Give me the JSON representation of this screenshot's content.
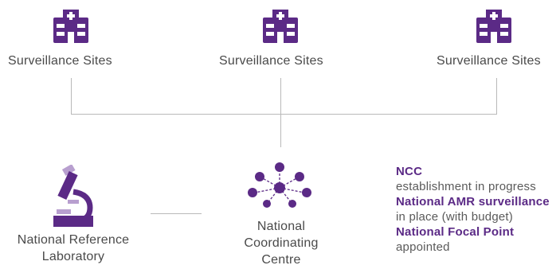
{
  "surveillance_sites": [
    {
      "label": "Surveillance Sites",
      "icon": "hospital-icon"
    },
    {
      "label": "Surveillance Sites",
      "icon": "hospital-icon"
    },
    {
      "label": "Surveillance Sites",
      "icon": "hospital-icon"
    }
  ],
  "lab": {
    "label_line1": "National Reference",
    "label_line2": "Laboratory",
    "icon": "microscope-icon"
  },
  "ncc": {
    "label_line1": "National",
    "label_line2": "Coordinating",
    "label_line3": "Centre",
    "icon": "network-icon"
  },
  "status": [
    {
      "heading": "NCC",
      "text": "establishment in progress"
    },
    {
      "heading": "National AMR surveillance",
      "text": "in place (with budget)"
    },
    {
      "heading": "National Focal Point",
      "text": "appointed"
    }
  ],
  "colors": {
    "accent": "#5b2a86",
    "icon_light": "#b89fcf",
    "line": "#b9b9b9",
    "text": "#4a4a4a"
  }
}
